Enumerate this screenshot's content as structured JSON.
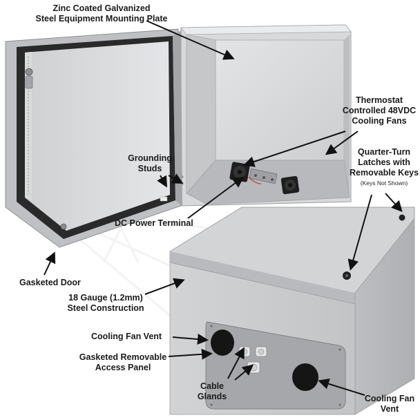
{
  "labels": {
    "mounting_plate": [
      "Zinc Coated Galvanized",
      "Steel Equipment Mounting Plate"
    ],
    "thermostat": [
      "Thermostat",
      "Controlled 48VDC",
      "Cooling Fans"
    ],
    "grounding": [
      "Grounding",
      "Studs"
    ],
    "latches": [
      "Quarter-Turn",
      "Latches with",
      "Removable Keys"
    ],
    "latches_note": "(Keys Not Shown)",
    "dc_power": "DC Power Terminal",
    "gasketed_door": "Gasketed Door",
    "gauge": [
      "18 Gauge (1.2mm)",
      "Steel Construction"
    ],
    "cooling_vent_left": "Cooling Fan Vent",
    "access_panel": [
      "Gasketed Removable",
      "Access Panel"
    ],
    "cable_glands": [
      "Cable",
      "Glands"
    ],
    "cooling_vent_right": [
      "Cooling Fan",
      "Vent"
    ]
  },
  "colors": {
    "enclosure_light": "#dcdddf",
    "enclosure_mid": "#c9cacc",
    "enclosure_dark": "#a9aaad",
    "gasket": "#2a2a2a",
    "text": "#1a1a1a"
  }
}
